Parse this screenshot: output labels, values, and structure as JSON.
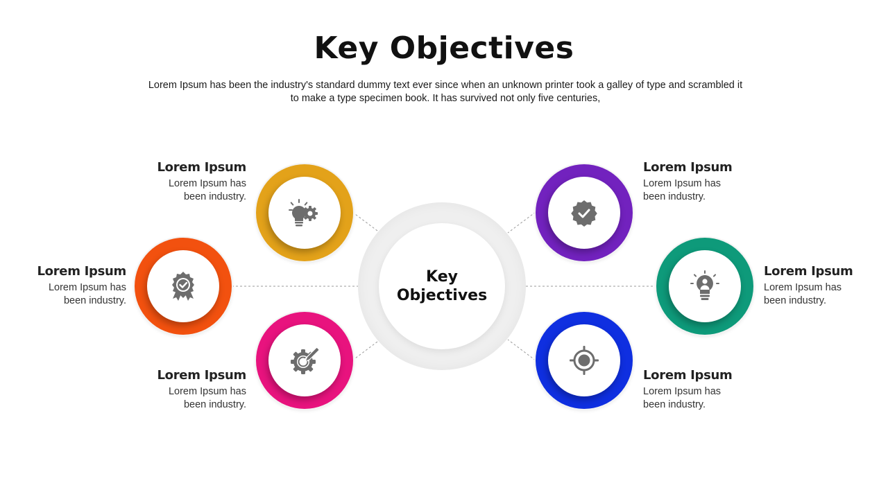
{
  "title": "Key Objectives",
  "subtitle_line1": "Lorem Ipsum has been the industry's standard dummy text ever since when an unknown printer took a galley of type and scrambled it",
  "subtitle_line2": "to make a type specimen book. It has survived not only five centuries,",
  "center": {
    "line1": "Key",
    "line2": "Objectives"
  },
  "nodes": [
    {
      "id": "top-left",
      "icon": "lightbulb-gear-icon",
      "color": "#E3A21A",
      "title": "Lorem Ipsum",
      "text_line1": "Lorem Ipsum has",
      "text_line2": "been industry."
    },
    {
      "id": "middle-left",
      "icon": "award-badge-icon",
      "color": "#F2510F",
      "title": "Lorem Ipsum",
      "text_line1": "Lorem Ipsum has",
      "text_line2": "been industry."
    },
    {
      "id": "bottom-left",
      "icon": "gear-pencil-icon",
      "color": "#E8137E",
      "title": "Lorem Ipsum",
      "text_line1": "Lorem Ipsum has",
      "text_line2": "been industry."
    },
    {
      "id": "top-right",
      "icon": "verified-badge-icon",
      "color": "#7222BE",
      "title": "Lorem Ipsum",
      "text_line1": "Lorem Ipsum has",
      "text_line2": "been industry."
    },
    {
      "id": "middle-right",
      "icon": "lightbulb-person-icon",
      "color": "#0E9A7A",
      "title": "Lorem Ipsum",
      "text_line1": "Lorem Ipsum has",
      "text_line2": "been industry."
    },
    {
      "id": "bottom-right",
      "icon": "target-icon",
      "color": "#0F2FE0",
      "title": "Lorem Ipsum",
      "text_line1": "Lorem Ipsum has",
      "text_line2": "been industry."
    }
  ]
}
